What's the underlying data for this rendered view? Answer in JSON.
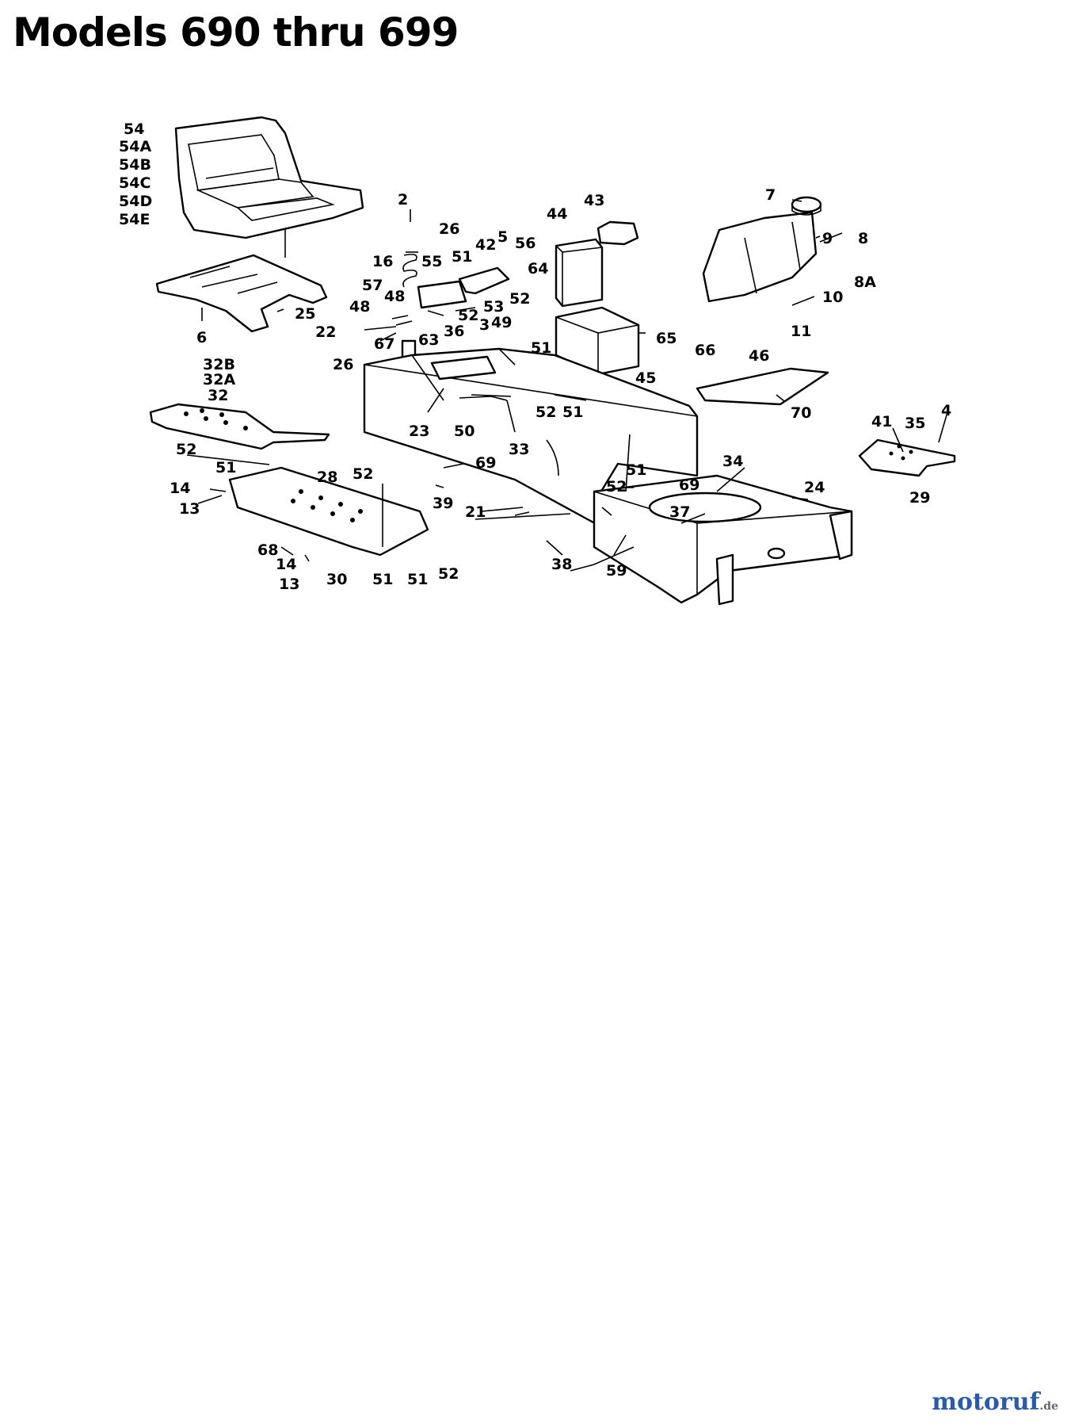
{
  "title": "Models 690 thru 699",
  "watermark": {
    "brand": "motoruf",
    "suffix": ".de"
  },
  "colors": {
    "ink": "#000000",
    "paper": "#ffffff",
    "brand_blue": "#2a5aa8",
    "brand_red": "#c0392b",
    "brand_green": "#2e8b3a",
    "brand_orange": "#e08a1e"
  },
  "callouts": {
    "c54": "54",
    "c54a": "54A",
    "c54b": "54B",
    "c54c": "54C",
    "c54d": "54D",
    "c54e": "54E",
    "c2": "2",
    "c43": "43",
    "c44": "44",
    "c7": "7",
    "c9": "9",
    "c8": "8",
    "c8a": "8A",
    "c10": "10",
    "c11": "11",
    "c26a": "26",
    "c51a": "51",
    "c42": "42",
    "c5": "5",
    "c56": "56",
    "c16": "16",
    "c55": "55",
    "c64": "64",
    "c57": "57",
    "c48a": "48",
    "c48b": "48",
    "c53": "53",
    "c52a": "52",
    "c52b": "52",
    "c3": "3",
    "c49": "49",
    "c36": "36",
    "c22": "22",
    "c63": "63",
    "c67": "67",
    "c51b": "51",
    "c65": "65",
    "c26b": "26",
    "c66": "66",
    "c46": "46",
    "c6": "6",
    "c25": "25",
    "c32b": "32B",
    "c32a": "32A",
    "c32": "32",
    "c45": "45",
    "c52c": "52",
    "c51c": "51",
    "c70": "70",
    "c23": "23",
    "c50": "50",
    "c33": "33",
    "c4": "4",
    "c41": "41",
    "c35": "35",
    "c52d": "52",
    "c34": "34",
    "c51d": "51",
    "c14a": "14",
    "c13a": "13",
    "c28": "28",
    "c52e": "52",
    "c69a": "69",
    "c69b": "69",
    "c52f": "52",
    "c51e": "51",
    "c24": "24",
    "c29": "29",
    "c39": "39",
    "c21": "21",
    "c37": "37",
    "c68": "68",
    "c14b": "14",
    "c13b": "13",
    "c30": "30",
    "c51f": "51",
    "c51g": "51",
    "c52g": "52",
    "c38": "38",
    "c59": "59"
  }
}
